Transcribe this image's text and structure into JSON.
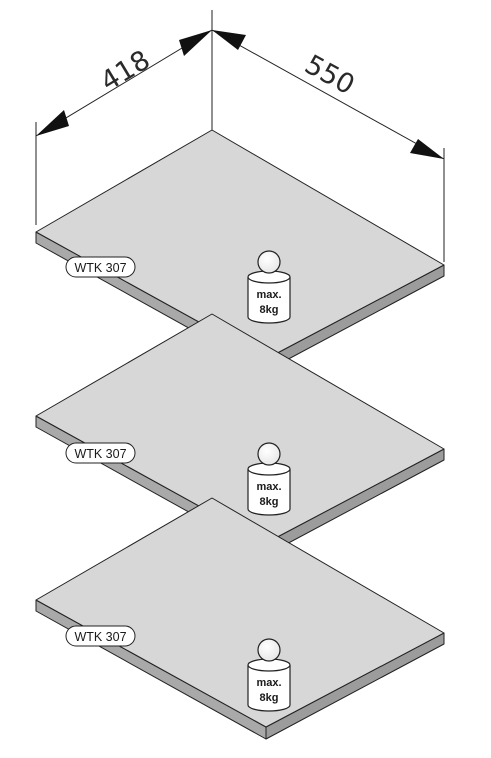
{
  "dimensions": {
    "depth": "418",
    "width": "550"
  },
  "shelves": [
    {
      "tag": "WTK 307",
      "load_line1": "max.",
      "load_line2": "8kg"
    },
    {
      "tag": "WTK 307",
      "load_line1": "max.",
      "load_line2": "8kg"
    },
    {
      "tag": "WTK 307",
      "load_line1": "max.",
      "load_line2": "8kg"
    }
  ],
  "colors": {
    "shelf_top": "#d7d7d7",
    "shelf_edge": "#a9a9a9",
    "outline": "#222222",
    "weight": "#ffffff"
  }
}
